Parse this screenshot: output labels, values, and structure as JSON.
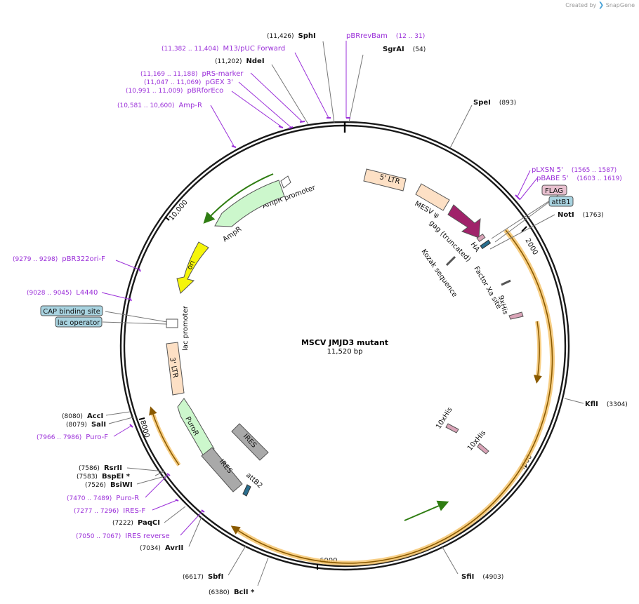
{
  "branding": {
    "created_by": "Created by",
    "product": "SnapGene"
  },
  "plasmid": {
    "name": "MSCV JMJD3 mutant",
    "length_label": "11,520 bp"
  },
  "ticks": [
    "2000",
    "4000",
    "6000",
    "8000",
    "10,000"
  ],
  "enzymes": [
    {
      "name": "SphI",
      "pos": "(11,426)"
    },
    {
      "name": "SgrAI",
      "pos": "(54)"
    },
    {
      "name": "NdeI",
      "pos": "(11,202)"
    },
    {
      "name": "SpeI",
      "pos": "(893)"
    },
    {
      "name": "NotI",
      "pos": "(1763)"
    },
    {
      "name": "KflI",
      "pos": "(3304)"
    },
    {
      "name": "SfiI",
      "pos": "(4903)"
    },
    {
      "name": "BclI *",
      "pos": "(6380)"
    },
    {
      "name": "SbfI",
      "pos": "(6617)"
    },
    {
      "name": "AvrII",
      "pos": "(7034)"
    },
    {
      "name": "PaqCI",
      "pos": "(7222)"
    },
    {
      "name": "BsiWI",
      "pos": "(7526)"
    },
    {
      "name": "BspEI *",
      "pos": "(7583)"
    },
    {
      "name": "RsrII",
      "pos": "(7586)"
    },
    {
      "name": "SalI",
      "pos": "(8079)"
    },
    {
      "name": "AccI",
      "pos": "(8080)"
    }
  ],
  "primers": [
    {
      "name": "pBRrevBam",
      "pos": "(12 .. 31)"
    },
    {
      "name": "M13/pUC Forward",
      "pos": "(11,382 .. 11,404)"
    },
    {
      "name": "pRS-marker",
      "pos": "(11,169 .. 11,188)"
    },
    {
      "name": "pGEX 3'",
      "pos": "(11,047 .. 11,069)"
    },
    {
      "name": "pBRforEco",
      "pos": "(10,991 .. 11,009)"
    },
    {
      "name": "Amp-R",
      "pos": "(10,581 .. 10,600)"
    },
    {
      "name": "pBR322ori-F",
      "pos": "(9279 .. 9298)"
    },
    {
      "name": "L4440",
      "pos": "(9028 .. 9045)"
    },
    {
      "name": "pLXSN 5'",
      "pos": "(1565 .. 1587)"
    },
    {
      "name": "pBABE 5'",
      "pos": "(1603 .. 1619)"
    },
    {
      "name": "Puro-F",
      "pos": "(7966 .. 7986)"
    },
    {
      "name": "Puro-R",
      "pos": "(7470 .. 7489)"
    },
    {
      "name": "IRES-F",
      "pos": "(7277 .. 7296)"
    },
    {
      "name": "IRES reverse",
      "pos": "(7050 .. 7067)"
    }
  ],
  "boxed_features": [
    "FLAG",
    "attB1",
    "CAP binding site",
    "lac operator"
  ],
  "features": {
    "ampr_promoter": "AmpR promoter",
    "ampr": "AmpR",
    "ori": "ori",
    "lac_promoter": "lac promoter",
    "ltr3": "3' LTR",
    "puror": "PuroR",
    "ires_inner": "IRES",
    "ires_outer": "IRES",
    "attb2": "attB2",
    "ltr5": "5' LTR",
    "mesv": "MESV ψ",
    "gag": "gag (truncated)",
    "ha": "HA",
    "kozak": "Kozak sequence",
    "factor_xa": "Factor Xa site",
    "his9": "9xHis",
    "his10a": "10xHis",
    "his10b": "10xHis"
  },
  "colors": {
    "backbone": "#1a1a1a",
    "primer": "#9b30d9",
    "ltr": "#fde0c5",
    "ampr": "#ccf7cc",
    "ori": "#f5f50a",
    "ires": "#a9a9a9",
    "gag": "#a0226a",
    "orf_highlight": "#f6c66e",
    "boxed_pink": "#e8c0cf",
    "boxed_blue": "#a8d3e0"
  }
}
